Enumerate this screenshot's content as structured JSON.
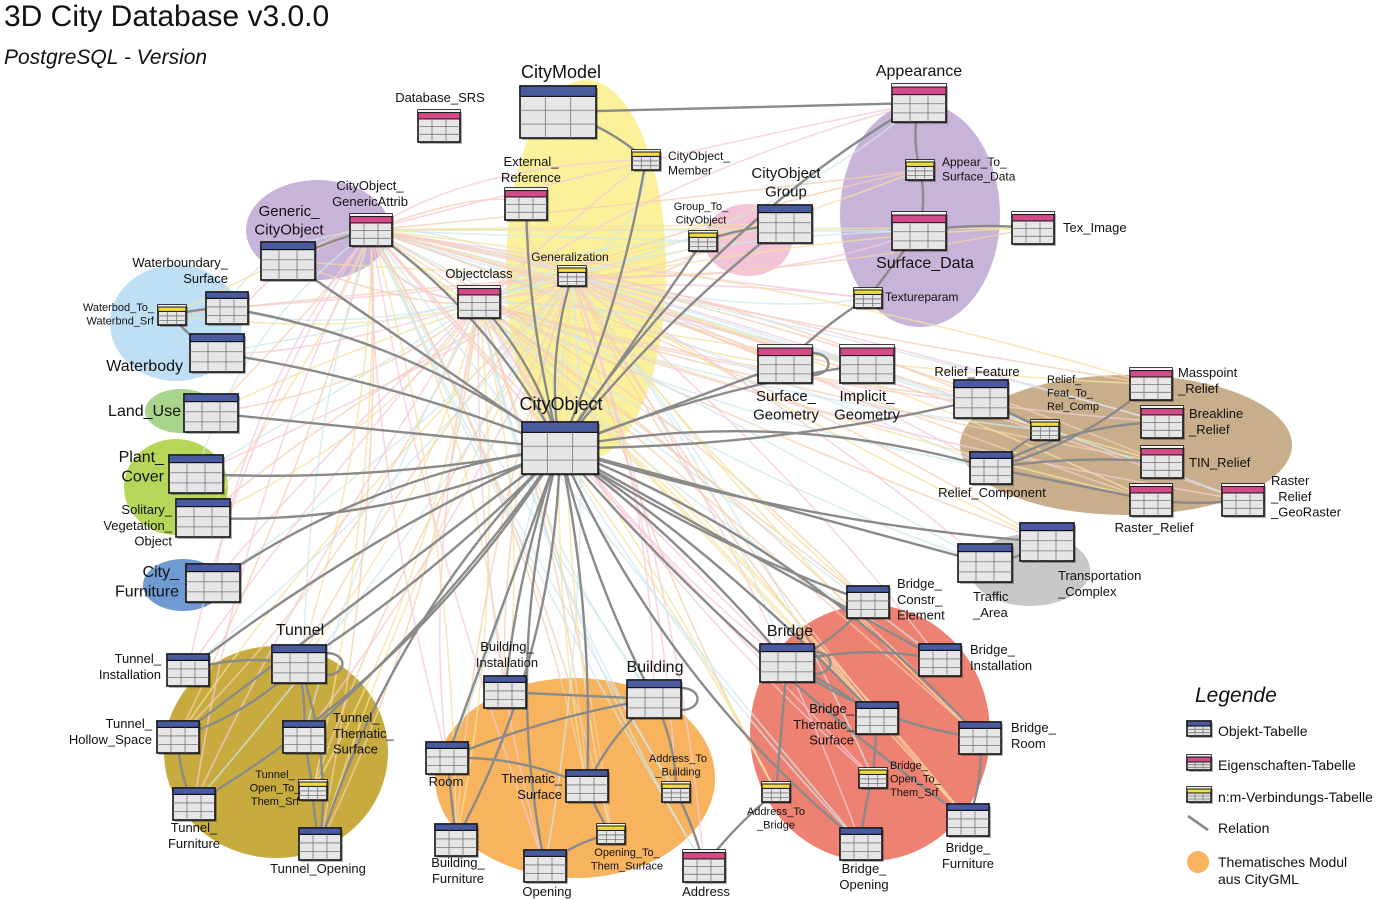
{
  "title": "3D City Database v3.0.0",
  "subtitle": "PostgreSQL - Version",
  "colors": {
    "objekt": "#4a5a9e",
    "eigenschaften": "#d24c8a",
    "verbindung": "#f0dc3c",
    "relation": "#8a8a8a",
    "yellow_module": "#fbf19a",
    "purple_module": "#c8b4d8",
    "pink_module": "#f3c3d8",
    "lightblue_module": "#bfe0f4",
    "green_module": "#a8d48c",
    "lime_module": "#b6d65a",
    "blue_module": "#6f9bd2",
    "brown_module": "#c8ae8a",
    "gray_module": "#c8c8c8",
    "olive_module": "#c7ab3e",
    "orange_module": "#f7b35e",
    "red_module": "#ee8272"
  },
  "tables": [
    {
      "id": "citymodel",
      "type": "objekt",
      "label": "CityModel"
    },
    {
      "id": "database_srs",
      "type": "eigenschaften",
      "label": "Database_SRS"
    },
    {
      "id": "cityobject_member",
      "type": "verbindung",
      "label": "CityObject_\nMember"
    },
    {
      "id": "external_reference",
      "type": "eigenschaften",
      "label": "External_\nReference"
    },
    {
      "id": "generalization",
      "type": "verbindung",
      "label": "Generalization"
    },
    {
      "id": "objectclass",
      "type": "eigenschaften",
      "label": "Objectclass"
    },
    {
      "id": "cityobject",
      "type": "objekt",
      "label": "CityObject"
    },
    {
      "id": "group_to_cityobject",
      "type": "verbindung",
      "label": "Group_To_\nCityObject"
    },
    {
      "id": "cityobjectgroup",
      "type": "objekt",
      "label": "CityObject\nGroup"
    },
    {
      "id": "appearance",
      "type": "eigenschaften",
      "label": "Appearance"
    },
    {
      "id": "appear_to_surface_data",
      "type": "verbindung",
      "label": "Appear_To_\nSurface_Data"
    },
    {
      "id": "surface_data",
      "type": "eigenschaften",
      "label": "Surface_Data"
    },
    {
      "id": "tex_image",
      "type": "eigenschaften",
      "label": "Tex_Image"
    },
    {
      "id": "textureparam",
      "type": "verbindung",
      "label": "Textureparam"
    },
    {
      "id": "surface_geometry",
      "type": "eigenschaften",
      "label": "Surface_\nGeometry"
    },
    {
      "id": "implicit_geometry",
      "type": "eigenschaften",
      "label": "Implicit_\nGeometry"
    },
    {
      "id": "cityobject_genericattrib",
      "type": "eigenschaften",
      "label": "CityObject_\nGenericAttrib"
    },
    {
      "id": "generic_cityobject",
      "type": "objekt",
      "label": "Generic_\nCityObject"
    },
    {
      "id": "waterboundary_surface",
      "type": "objekt",
      "label": "Waterboundary_\nSurface"
    },
    {
      "id": "waterbod_to_waterbnd_srf",
      "type": "verbindung",
      "label": "Waterbod_To_\nWaterbnd_Srf"
    },
    {
      "id": "waterbody",
      "type": "objekt",
      "label": "Waterbody"
    },
    {
      "id": "land_use",
      "type": "objekt",
      "label": "Land_Use"
    },
    {
      "id": "plant_cover",
      "type": "objekt",
      "label": "Plant_\nCover"
    },
    {
      "id": "solitary_vegetation_object",
      "type": "objekt",
      "label": "Solitary_\nVegetation_\nObject"
    },
    {
      "id": "city_furniture",
      "type": "objekt",
      "label": "City_\nFurniture"
    },
    {
      "id": "relief_feature",
      "type": "objekt",
      "label": "Relief_Feature"
    },
    {
      "id": "relief_feat_to_rel_comp",
      "type": "verbindung",
      "label": "Relief_\nFeat_To_\nRel_Comp"
    },
    {
      "id": "masspoint_relief",
      "type": "eigenschaften",
      "label": "Masspoint\n_Relief"
    },
    {
      "id": "breakline_relief",
      "type": "eigenschaften",
      "label": "Breakline\n_Relief"
    },
    {
      "id": "tin_relief",
      "type": "eigenschaften",
      "label": "TIN_Relief"
    },
    {
      "id": "relief_component",
      "type": "objekt",
      "label": "Relief_Component"
    },
    {
      "id": "raster_relief",
      "type": "eigenschaften",
      "label": "Raster_Relief"
    },
    {
      "id": "raster_relief_georaster",
      "type": "eigenschaften",
      "label": "Raster\n_Relief\n_GeoRaster"
    },
    {
      "id": "transportation_complex",
      "type": "objekt",
      "label": "Transportation\n_Complex"
    },
    {
      "id": "traffic_area",
      "type": "objekt",
      "label": "Traffic\n_Area"
    },
    {
      "id": "tunnel",
      "type": "objekt",
      "label": "Tunnel"
    },
    {
      "id": "tunnel_installation",
      "type": "objekt",
      "label": "Tunnel_\nInstallation"
    },
    {
      "id": "tunnel_hollow_space",
      "type": "objekt",
      "label": "Tunnel_\nHollow_Space"
    },
    {
      "id": "tunnel_thematic_surface",
      "type": "objekt",
      "label": "Tunnel_\nThematic_\nSurface"
    },
    {
      "id": "tunnel_open_to_them_srf",
      "type": "verbindung",
      "label": "Tunnel_\nOpen_To_\nThem_Srf"
    },
    {
      "id": "tunnel_furniture",
      "type": "objekt",
      "label": "Tunnel_\nFurniture"
    },
    {
      "id": "tunnel_opening",
      "type": "objekt",
      "label": "Tunnel_Opening"
    },
    {
      "id": "building",
      "type": "objekt",
      "label": "Building"
    },
    {
      "id": "building_installation",
      "type": "objekt",
      "label": "Building_\nInstallation"
    },
    {
      "id": "room",
      "type": "objekt",
      "label": "Room"
    },
    {
      "id": "thematic_surface",
      "type": "objekt",
      "label": "Thematic_\nSurface"
    },
    {
      "id": "address_to_building",
      "type": "verbindung",
      "label": "Address_To\n_Building"
    },
    {
      "id": "building_furniture",
      "type": "objekt",
      "label": "Building_\nFurniture"
    },
    {
      "id": "opening",
      "type": "objekt",
      "label": "Opening"
    },
    {
      "id": "opening_to_them_surface",
      "type": "verbindung",
      "label": "Opening_To_\nThem_Surface"
    },
    {
      "id": "address",
      "type": "eigenschaften",
      "label": "Address"
    },
    {
      "id": "address_to_bridge",
      "type": "verbindung",
      "label": "Address_To\n_Bridge"
    },
    {
      "id": "bridge",
      "type": "objekt",
      "label": "Bridge"
    },
    {
      "id": "bridge_constr_element",
      "type": "objekt",
      "label": "Bridge_\nConstr_\nElement"
    },
    {
      "id": "bridge_installation",
      "type": "objekt",
      "label": "Bridge_\nInstallation"
    },
    {
      "id": "bridge_thematic_surface",
      "type": "objekt",
      "label": "Bridge_\nThematic_\nSurface"
    },
    {
      "id": "bridge_open_to_them_srf",
      "type": "verbindung",
      "label": "Bridge_\nOpen_To_\nThem_Srf"
    },
    {
      "id": "bridge_room",
      "type": "objekt",
      "label": "Bridge_\nRoom"
    },
    {
      "id": "bridge_opening",
      "type": "objekt",
      "label": "Bridge_\nOpening"
    },
    {
      "id": "bridge_furniture",
      "type": "objekt",
      "label": "Bridge_\nFurniture"
    }
  ],
  "relations": [
    [
      "citymodel",
      "cityobject_member"
    ],
    [
      "cityobject_member",
      "cityobject"
    ],
    [
      "citymodel",
      "appearance"
    ],
    [
      "external_reference",
      "cityobject"
    ],
    [
      "generalization",
      "cityobject"
    ],
    [
      "objectclass",
      "cityobject"
    ],
    [
      "group_to_cityobject",
      "cityobjectgroup"
    ],
    [
      "group_to_cityobject",
      "cityobject"
    ],
    [
      "cityobjectgroup",
      "cityobject"
    ],
    [
      "appearance",
      "appear_to_surface_data"
    ],
    [
      "appear_to_surface_data",
      "surface_data"
    ],
    [
      "surface_data",
      "tex_image"
    ],
    [
      "surface_data",
      "textureparam"
    ],
    [
      "textureparam",
      "surface_geometry"
    ],
    [
      "appearance",
      "cityobject"
    ],
    [
      "cityobject_genericattrib",
      "cityobject"
    ],
    [
      "generic_cityobject",
      "cityobject_genericattrib"
    ],
    [
      "generic_cityobject",
      "cityobject"
    ],
    [
      "waterboundary_surface",
      "waterbod_to_waterbnd_srf"
    ],
    [
      "waterbod_to_waterbnd_srf",
      "waterbody"
    ],
    [
      "waterboundary_surface",
      "cityobject"
    ],
    [
      "waterbody",
      "cityobject"
    ],
    [
      "land_use",
      "cityobject"
    ],
    [
      "plant_cover",
      "cityobject"
    ],
    [
      "solitary_vegetation_object",
      "cityobject"
    ],
    [
      "city_furniture",
      "cityobject"
    ],
    [
      "relief_feature",
      "cityobject"
    ],
    [
      "relief_feature",
      "relief_feat_to_rel_comp"
    ],
    [
      "relief_feat_to_rel_comp",
      "relief_component"
    ],
    [
      "relief_component",
      "masspoint_relief"
    ],
    [
      "relief_component",
      "breakline_relief"
    ],
    [
      "relief_component",
      "tin_relief"
    ],
    [
      "relief_component",
      "raster_relief"
    ],
    [
      "raster_relief",
      "raster_relief_georaster"
    ],
    [
      "relief_component",
      "cityobject"
    ],
    [
      "transportation_complex",
      "traffic_area"
    ],
    [
      "transportation_complex",
      "cityobject"
    ],
    [
      "traffic_area",
      "cityobject"
    ],
    [
      "tunnel",
      "cityobject"
    ],
    [
      "tunnel",
      "tunnel_installation"
    ],
    [
      "tunnel",
      "tunnel_hollow_space"
    ],
    [
      "tunnel",
      "tunnel_thematic_surface"
    ],
    [
      "tunnel_thematic_surface",
      "tunnel_open_to_them_srf"
    ],
    [
      "tunnel_open_to_them_srf",
      "tunnel_opening"
    ],
    [
      "tunnel_hollow_space",
      "tunnel_furniture"
    ],
    [
      "tunnel",
      "tunnel_opening"
    ],
    [
      "tunnel_installation",
      "cityobject"
    ],
    [
      "tunnel_hollow_space",
      "cityobject"
    ],
    [
      "tunnel_thematic_surface",
      "cityobject"
    ],
    [
      "tunnel_furniture",
      "cityobject"
    ],
    [
      "tunnel_opening",
      "cityobject"
    ],
    [
      "building",
      "cityobject"
    ],
    [
      "building",
      "building_installation"
    ],
    [
      "building",
      "room"
    ],
    [
      "building",
      "thematic_surface"
    ],
    [
      "building",
      "address_to_building"
    ],
    [
      "address_to_building",
      "address"
    ],
    [
      "room",
      "building_furniture"
    ],
    [
      "thematic_surface",
      "opening_to_them_surface"
    ],
    [
      "opening_to_them_surface",
      "opening"
    ],
    [
      "room",
      "thematic_surface"
    ],
    [
      "building_installation",
      "cityobject"
    ],
    [
      "room",
      "cityobject"
    ],
    [
      "thematic_surface",
      "cityobject"
    ],
    [
      "building_furniture",
      "cityobject"
    ],
    [
      "opening",
      "cityobject"
    ],
    [
      "address",
      "address_to_bridge"
    ],
    [
      "address_to_bridge",
      "bridge"
    ],
    [
      "bridge",
      "cityobject"
    ],
    [
      "bridge",
      "bridge_constr_element"
    ],
    [
      "bridge",
      "bridge_installation"
    ],
    [
      "bridge",
      "bridge_thematic_surface"
    ],
    [
      "bridge_thematic_surface",
      "bridge_open_to_them_srf"
    ],
    [
      "bridge_open_to_them_srf",
      "bridge_opening"
    ],
    [
      "bridge",
      "bridge_room"
    ],
    [
      "bridge_room",
      "bridge_furniture"
    ],
    [
      "bridge_constr_element",
      "cityobject"
    ],
    [
      "bridge_installation",
      "cityobject"
    ],
    [
      "bridge_thematic_surface",
      "cityobject"
    ],
    [
      "bridge_room",
      "cityobject"
    ],
    [
      "bridge_opening",
      "cityobject"
    ],
    [
      "bridge_furniture",
      "cityobject"
    ],
    [
      "surface_geometry",
      "cityobject"
    ],
    [
      "implicit_geometry",
      "cityobject"
    ]
  ],
  "legend": {
    "title": "Legende",
    "items": [
      {
        "kind": "objekt",
        "label": "Objekt-Tabelle"
      },
      {
        "kind": "eigenschaften",
        "label": "Eigenschaften-Tabelle"
      },
      {
        "kind": "verbindung",
        "label": "n:m-Verbindungs-Tabelle"
      },
      {
        "kind": "relation",
        "label": "Relation"
      },
      {
        "kind": "module",
        "label": "Thematisches Modul\naus CityGML"
      }
    ]
  }
}
